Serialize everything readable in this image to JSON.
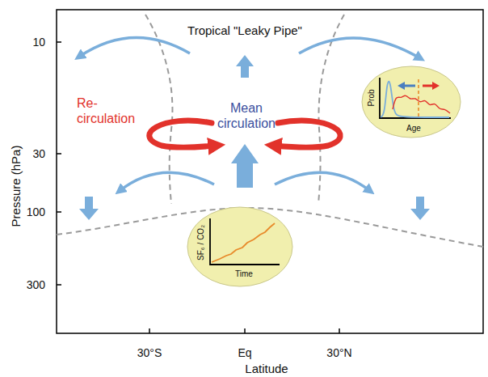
{
  "diagram": {
    "nodes": [
      {
        "text": [
          "Prob",
          "Age"
        ]
      },
      {
        "text": [
          "SF₆ / CO₂",
          "Time"
        ]
      }
    ],
    "labels": [
      "Tropical \"Leaky Pipe\"",
      "Re- circulation",
      "Mean circulation",
      "10",
      "30",
      "100",
      "300",
      "Pressure (hPa)",
      "30°S",
      "Eq",
      "30°N",
      "Latitude"
    ]
  }
}
